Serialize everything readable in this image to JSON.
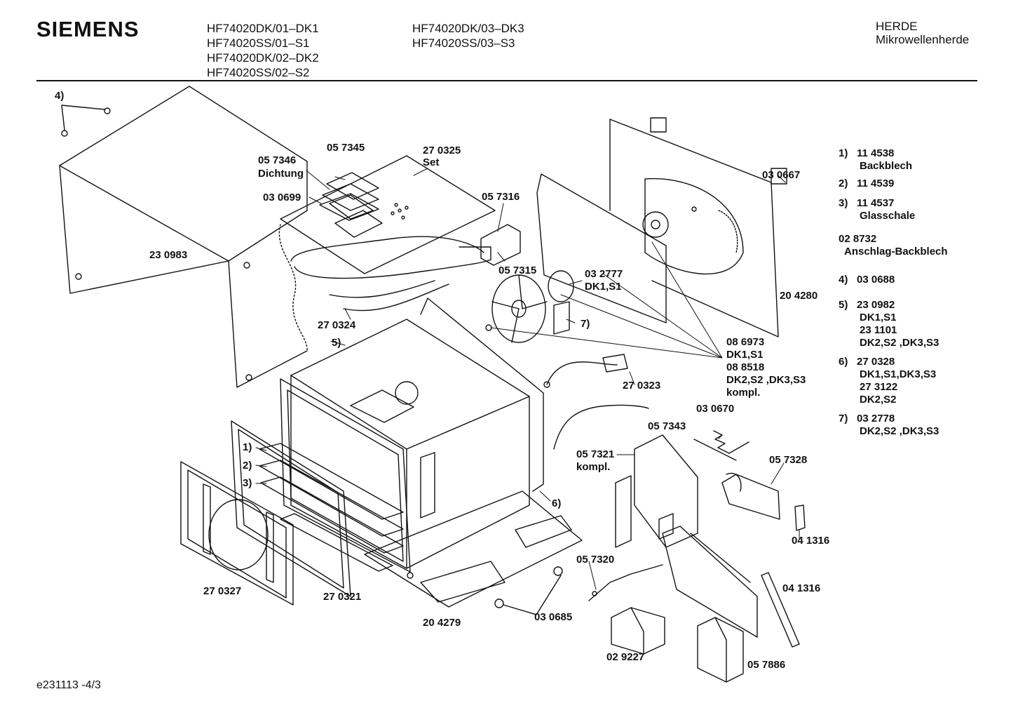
{
  "header": {
    "brand": "SIEMENS",
    "models_col1": [
      "HF74020DK/01–DK1",
      "HF74020SS/01–S1",
      "HF74020DK/02–DK2",
      "HF74020SS/02–S2"
    ],
    "models_col2": [
      "HF74020DK/03–DK3",
      "HF74020SS/03–S3"
    ],
    "category": "HERDE",
    "subcategory": "Mikrowellenherde"
  },
  "parts": {
    "p4": "4)",
    "p057345": "05 7345",
    "p057346": "05 7346",
    "dichtung": "Dichtung",
    "p030699": "03 0699",
    "p270325": "27 0325",
    "set": "Set",
    "p057316": "05 7316",
    "p230983": "23 0983",
    "p057315": "05 7315",
    "p032777": "03 2777",
    "dk1s1_a": "DK1,S1",
    "p030667": "03 0667",
    "p204280": "20 4280",
    "p270324": "27 0324",
    "p5": "5)",
    "p7": "7)",
    "p086973": "08 6973",
    "dk1s1_b": "DK1,S1",
    "p088518": "08 8518",
    "dk2s2": "DK2,S2 ,DK3,S3",
    "kompl_a": "kompl.",
    "p270323": "27 0323",
    "p030670": "03 0670",
    "p057343": "05 7343",
    "p057321": "05 7321",
    "kompl_b": "kompl.",
    "p057328": "05 7328",
    "p1": "1)",
    "p2": "2)",
    "p3": "3)",
    "p6": "6)",
    "p041316a": "04 1316",
    "p057320": "05 7320",
    "p041316b": "04 1316",
    "p270327": "27 0327",
    "p270321": "27 0321",
    "p204279": "20 4279",
    "p030685": "03 0685",
    "p029227": "02 9227",
    "p057886": "05 7886"
  },
  "legend": [
    {
      "num": "1)",
      "lines": [
        "11 4538",
        "Backblech"
      ]
    },
    {
      "num": "2)",
      "lines": [
        "11 4539"
      ]
    },
    {
      "num": "3)",
      "lines": [
        "11 4537",
        "Glasschale"
      ]
    },
    {
      "num": "",
      "lines": [
        "02 8732",
        "Anschlag-Backblech"
      ]
    },
    {
      "num": "4)",
      "lines": [
        "03 0688"
      ]
    },
    {
      "num": "5)",
      "lines": [
        "23 0982",
        "DK1,S1",
        "23 1101",
        "DK2,S2 ,DK3,S3"
      ]
    },
    {
      "num": "6)",
      "lines": [
        "27 0328",
        "DK1,S1,DK3,S3",
        "27 3122",
        "DK2,S2"
      ]
    },
    {
      "num": "7)",
      "lines": [
        "03 2778",
        "DK2,S2 ,DK3,S3"
      ]
    }
  ],
  "footer": {
    "doc_id": "e231113 -4/3"
  }
}
